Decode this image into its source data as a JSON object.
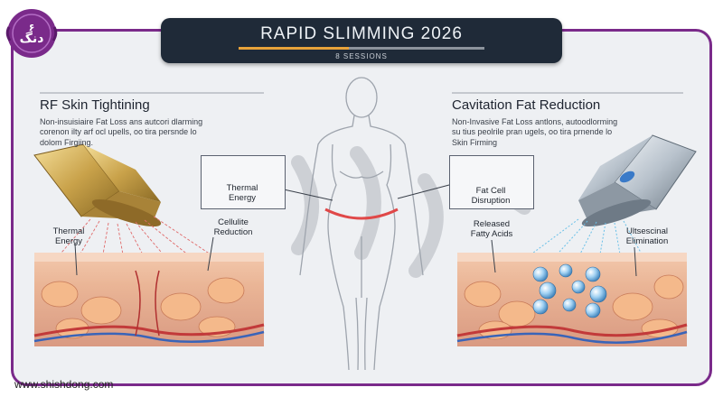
{
  "seal": {
    "number": "۶",
    "word": "دنگ"
  },
  "banner": {
    "title": "RAPID SLIMMING 2026",
    "subtitle": "8 SESSIONS",
    "progress": 0.45
  },
  "left_panel": {
    "heading": "RF Skin Tightining",
    "description": [
      "Non-insuisiaire Fat Loss ans autcori dlarming",
      "corenon ilty arf ocl upells, oo tira persnde lo",
      "dolom Firgiing."
    ],
    "callout_label": [
      "Thermal",
      "Energy"
    ],
    "label_thermal": [
      "Thermal",
      "Energy"
    ],
    "label_cellulite": [
      "Cellulite",
      "Reduction"
    ]
  },
  "right_panel": {
    "heading": "Cavitation Fat Reduction",
    "description": [
      "Non-Invasive Fat Loss antlons, autoodlorming",
      "su tius peolrile pran ugels, oo tira prnende lo",
      "Skin Firming"
    ],
    "callout_label": [
      "Fat Cell",
      "Disruption"
    ],
    "label_released": [
      "Released",
      "Fatty Acids"
    ],
    "label_elimination": [
      "Ultsescinal",
      "Elimination"
    ]
  },
  "footer": {
    "url": "www.shishdong.com"
  },
  "colors": {
    "frame": "#7a2a8a",
    "banner": "#1f2a38",
    "progress": "#e8a23a",
    "rf_probe": "#c9a24a",
    "cavitation_probe": "#b8c2cc",
    "treatment_line": "#e04848"
  }
}
